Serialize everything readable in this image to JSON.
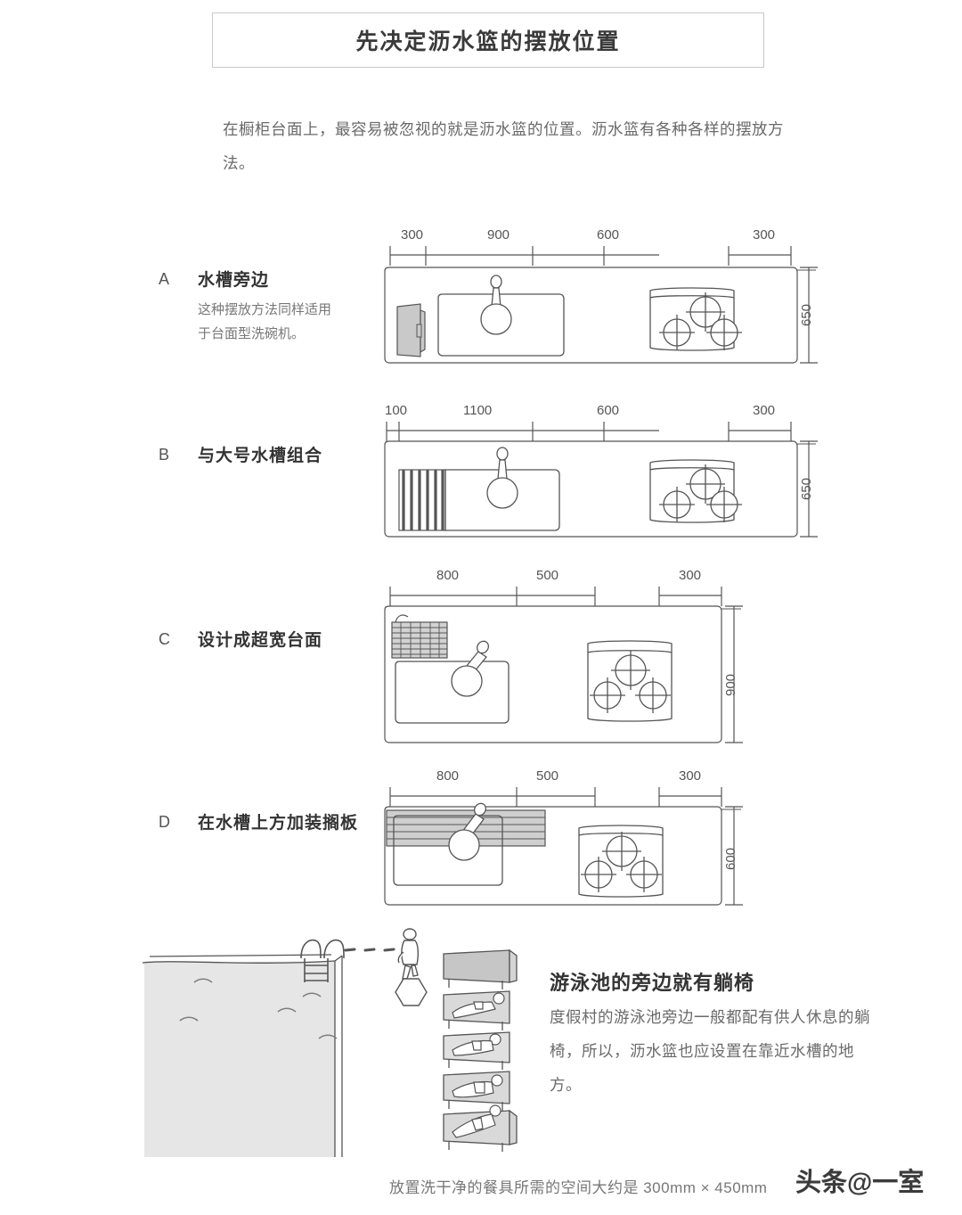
{
  "title": "先决定沥水篮的摆放位置",
  "intro": "在橱柜台面上，最容易被忽视的就是沥水篮的位置。沥水篮有各种各样的摆放方法。",
  "sections": [
    {
      "letter": "A",
      "title": "水槽旁边",
      "desc": "这种摆放方法同样适用于台面型洗碗机。",
      "dims_top": [
        "300",
        "900",
        "600",
        "300"
      ],
      "dim_side": "650"
    },
    {
      "letter": "B",
      "title": "与大号水槽组合",
      "desc": "",
      "dims_top": [
        "100",
        "1100",
        "600",
        "300"
      ],
      "dim_side": "650"
    },
    {
      "letter": "C",
      "title": "设计成超宽台面",
      "desc": "",
      "dims_top": [
        "800",
        "500",
        "300"
      ],
      "dim_side": "900"
    },
    {
      "letter": "D",
      "title": "在水槽上方加装搁板",
      "desc": "",
      "dims_top": [
        "800",
        "500",
        "300"
      ],
      "dim_side": "600"
    }
  ],
  "pool": {
    "heading": "游泳池的旁边就有躺椅",
    "body": "度假村的游泳池旁边一般都配有供人休息的躺椅，所以，沥水篮也应设置在靠近水槽的地方。"
  },
  "footer": {
    "note": "放置洗干净的餐具所需的空间大约是 300mm × 450mm",
    "watermark": "头条@一室"
  },
  "colors": {
    "ink": "#555555",
    "line": "#5a5a5a",
    "fill_gray": "#c9c9c9",
    "water": "#e4e4e4"
  }
}
